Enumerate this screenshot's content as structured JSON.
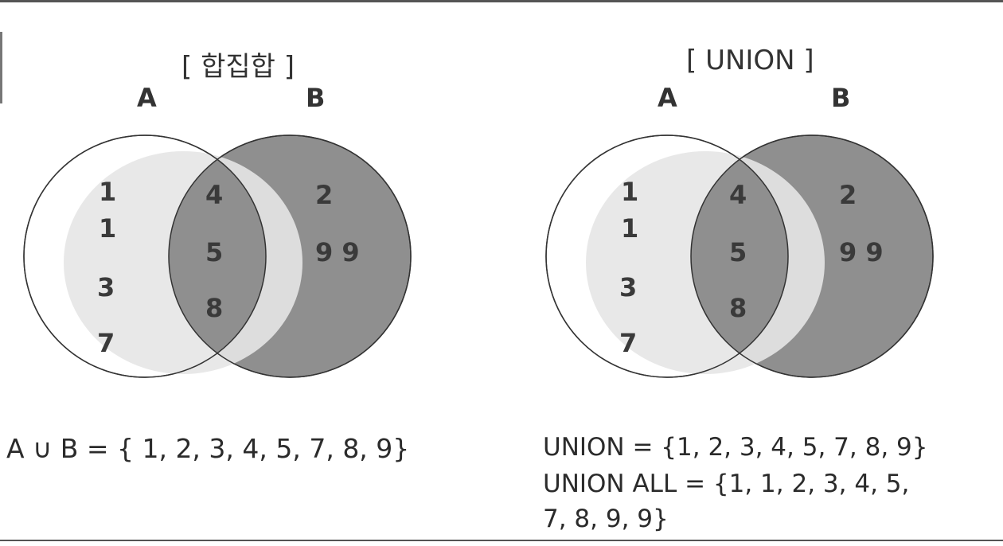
{
  "left_diagram": {
    "title": "[ 합집합 ]",
    "label_a": "A",
    "label_b": "B",
    "a_only": [
      "1",
      "1",
      "3",
      "7"
    ],
    "intersection": [
      "4",
      "5",
      "8"
    ],
    "b_only": [
      "2",
      "9 9"
    ],
    "formula": "A ∪ B = { 1, 2, 3, 4, 5, 7, 8, 9}"
  },
  "right_diagram": {
    "title": "[ UNION ]",
    "label_a": "A",
    "label_b": "B",
    "a_only": [
      "1",
      "1",
      "3",
      "7"
    ],
    "intersection": [
      "4",
      "5",
      "8"
    ],
    "b_only": [
      "2",
      "9 9"
    ],
    "formula_union": "UNION = {1, 2, 3, 4, 5, 7, 8, 9}",
    "formula_union_all_line1": "UNION ALL = {1, 1, 2, 3, 4, 5,",
    "formula_union_all_line2": "7, 8, 9, 9}"
  },
  "colors": {
    "circle_b_fill": "#8f8f8f",
    "circle_a_fill": "#ffffff",
    "ghost_fill": "#e6e6e6",
    "outline": "#333333"
  }
}
